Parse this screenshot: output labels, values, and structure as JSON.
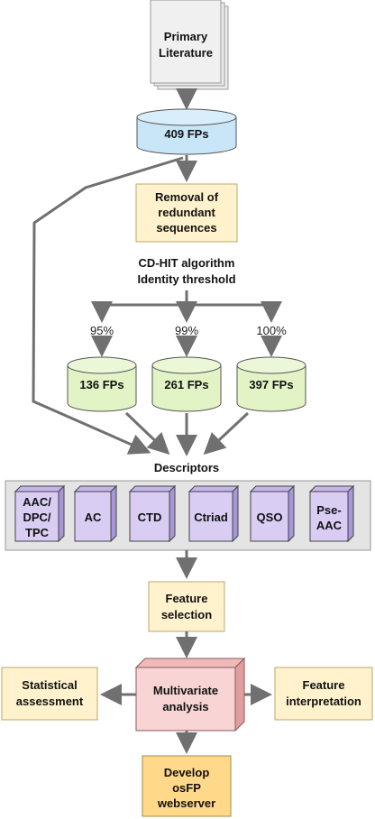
{
  "primary_literature": {
    "line1": "Primary",
    "line2": "Literature"
  },
  "fp_total": "409 FPs",
  "removal": {
    "line1": "Removal of",
    "line2": "redundant",
    "line3": "sequences"
  },
  "cdhit": {
    "line1": "CD-HIT algorithm",
    "line2": "Identity threshold"
  },
  "thresholds": [
    {
      "pct": "95%",
      "count": "136 FPs"
    },
    {
      "pct": "99%",
      "count": "261 FPs"
    },
    {
      "pct": "100%",
      "count": "397 FPs"
    }
  ],
  "descriptors_title": "Descriptors",
  "descriptors": [
    {
      "lines": [
        "AAC/",
        "DPC/",
        "TPC"
      ]
    },
    {
      "lines": [
        "AC"
      ]
    },
    {
      "lines": [
        "CTD"
      ]
    },
    {
      "lines": [
        "Ctriad"
      ]
    },
    {
      "lines": [
        "QSO"
      ]
    },
    {
      "lines": [
        "Pse-",
        "AAC"
      ]
    }
  ],
  "feature_selection": {
    "line1": "Feature",
    "line2": "selection"
  },
  "multivariate": {
    "line1": "Multivariate",
    "line2": "analysis"
  },
  "statistical": {
    "line1": "Statistical",
    "line2": "assessment"
  },
  "interpretation": {
    "line1": "Feature",
    "line2": "interpretation"
  },
  "develop": {
    "line1": "Develop",
    "line2": "osFP",
    "line3": "webserver"
  },
  "colors": {
    "arrow": "#707070",
    "literature_fill": "#ececec",
    "cylinder_blue": "#c8e6f7",
    "cylinder_green": "#e2f3c6",
    "yellow_box": "#fff2cc",
    "descriptor_panel": "#e4e4e4",
    "descriptor_cube": "#d9cdf3",
    "multivariate_fill": "#f8d4d4",
    "develop_fill": "#ffd88a"
  }
}
